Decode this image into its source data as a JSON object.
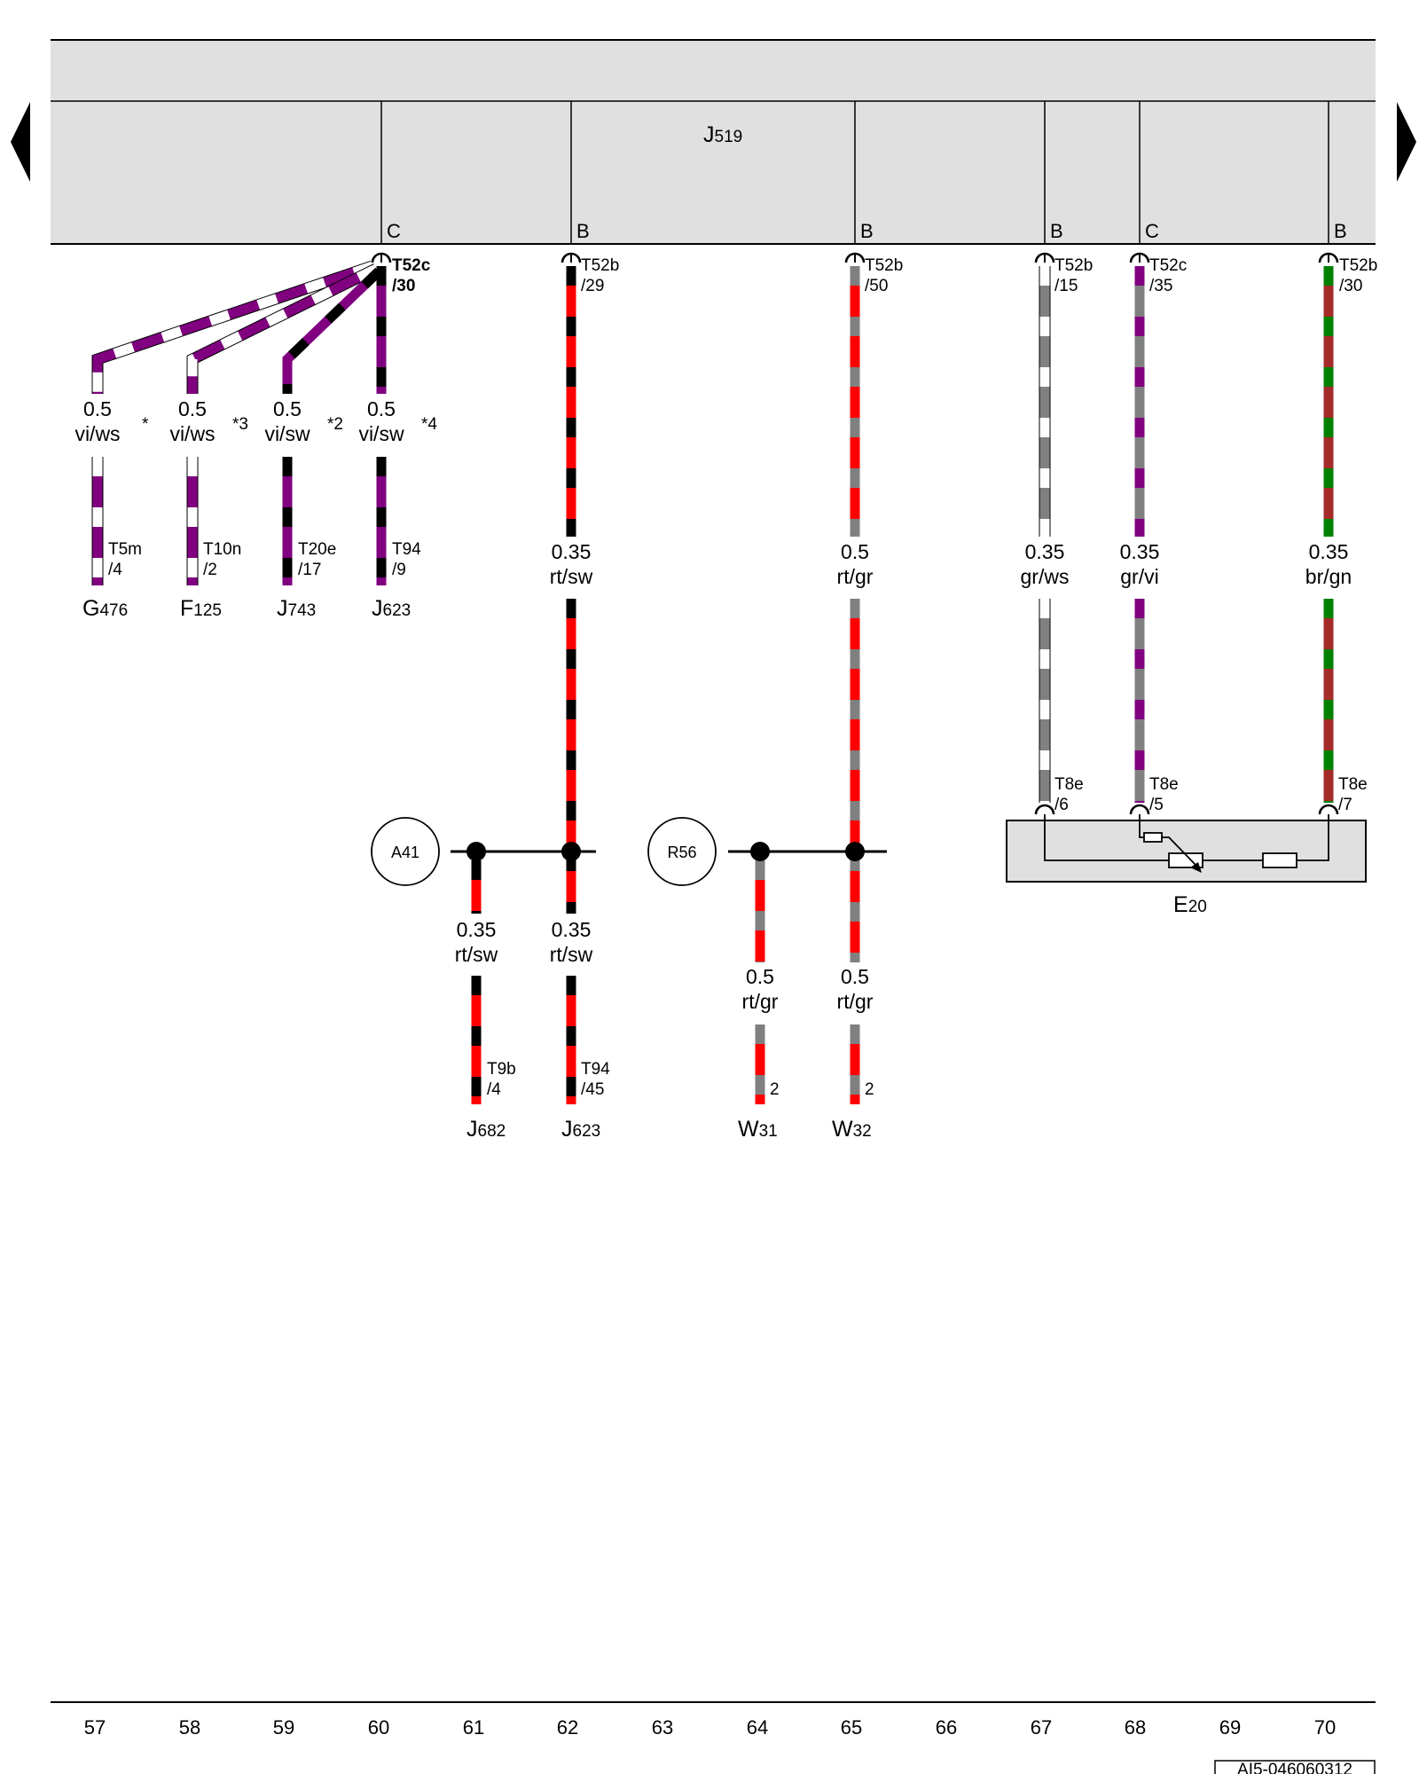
{
  "control_unit": {
    "label": "J",
    "sub": "519"
  },
  "connectors_top": [
    {
      "letter": "C",
      "name": "T52c",
      "pin": "/30",
      "bold": true
    },
    {
      "letter": "B",
      "name": "T52b",
      "pin": "/29"
    },
    {
      "letter": "B",
      "name": "T52b",
      "pin": "/50"
    },
    {
      "letter": "B",
      "name": "T52b",
      "pin": "/15"
    },
    {
      "letter": "C",
      "name": "T52c",
      "pin": "/35"
    },
    {
      "letter": "B",
      "name": "T52b",
      "pin": "/30"
    }
  ],
  "wires_upper": [
    {
      "size": "0.5",
      "color": "vi/ws",
      "note": "*"
    },
    {
      "size": "0.5",
      "color": "vi/ws",
      "note": "*3"
    },
    {
      "size": "0.5",
      "color": "vi/sw",
      "note": "*2"
    },
    {
      "size": "0.5",
      "color": "vi/sw",
      "note": "*4"
    },
    {
      "size": "0.35",
      "color": "rt/sw"
    },
    {
      "size": "0.5",
      "color": "rt/gr"
    },
    {
      "size": "0.35",
      "color": "gr/ws"
    },
    {
      "size": "0.35",
      "color": "gr/vi"
    },
    {
      "size": "0.35",
      "color": "br/gn"
    }
  ],
  "connectors_left": [
    {
      "name": "T5m",
      "pin": "/4"
    },
    {
      "name": "T10n",
      "pin": "/2"
    },
    {
      "name": "T20e",
      "pin": "/17"
    },
    {
      "name": "T94",
      "pin": "/9"
    }
  ],
  "components_left": [
    {
      "label": "G",
      "sub": "476"
    },
    {
      "label": "F",
      "sub": "125"
    },
    {
      "label": "J",
      "sub": "743"
    },
    {
      "label": "J",
      "sub": "623"
    }
  ],
  "splices": [
    {
      "label": "A41"
    },
    {
      "label": "R56"
    }
  ],
  "wires_lower": [
    {
      "size": "0.35",
      "color": "rt/sw"
    },
    {
      "size": "0.35",
      "color": "rt/sw"
    },
    {
      "size": "0.5",
      "color": "rt/gr"
    },
    {
      "size": "0.5",
      "color": "rt/gr"
    }
  ],
  "connectors_bottom": [
    {
      "name": "T9b",
      "pin": "/4"
    },
    {
      "name": "T94",
      "pin": "/45"
    },
    {
      "name": "",
      "pin": "2"
    },
    {
      "name": "",
      "pin": "2"
    }
  ],
  "components_bottom": [
    {
      "label": "J",
      "sub": "682"
    },
    {
      "label": "J",
      "sub": "623"
    },
    {
      "label": "W",
      "sub": "31"
    },
    {
      "label": "W",
      "sub": "32"
    }
  ],
  "e20_connectors": [
    {
      "name": "T8e",
      "pin": "/6"
    },
    {
      "name": "T8e",
      "pin": "/5"
    },
    {
      "name": "T8e",
      "pin": "/7"
    }
  ],
  "e20": {
    "label": "E",
    "sub": "20"
  },
  "columns": [
    "57",
    "58",
    "59",
    "60",
    "61",
    "62",
    "63",
    "64",
    "65",
    "66",
    "67",
    "68",
    "69",
    "70"
  ],
  "doc_id": "AI5-046060312",
  "colors": {
    "housing": "#e0e0e0",
    "vi": "#800080",
    "ws": "#ffffff",
    "sw": "#000000",
    "rt": "#ff0000",
    "gr": "#808080",
    "br": "#a52a2a",
    "gn": "#008000"
  }
}
